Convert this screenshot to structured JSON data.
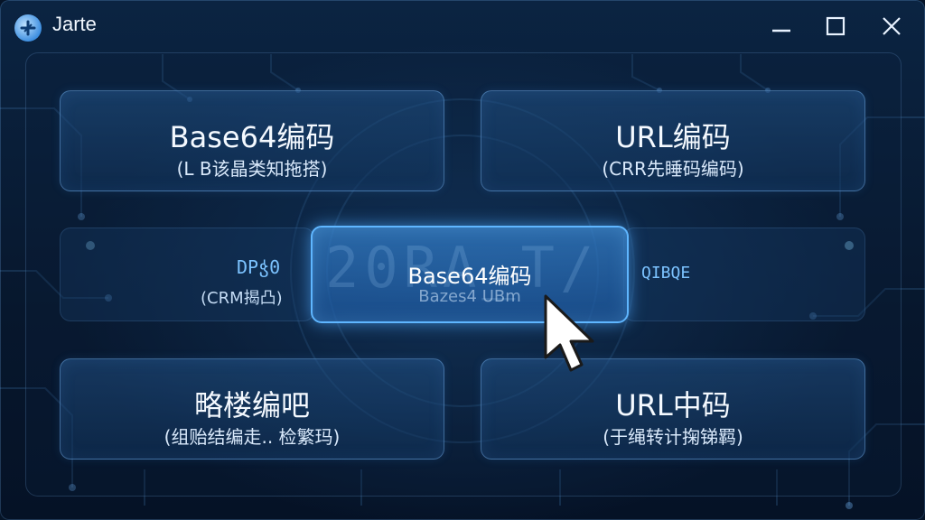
{
  "window": {
    "title": "Jarte",
    "controls": [
      "minimize",
      "maximize",
      "close"
    ]
  },
  "cards": {
    "top_left": {
      "title": "Base64编码",
      "subtitle": "(L B该晶类知拖搭)"
    },
    "top_right": {
      "title": "URL编码",
      "subtitle": "(CRR先睡码编码)"
    },
    "center": {
      "title": "Base64编码",
      "subtitle": "Bazes4 UBm",
      "background_text": "20RA_T/"
    },
    "ghost_left": {
      "title": "DPჭ0",
      "subtitle": "(CRM揭凸)"
    },
    "ghost_right": {
      "title": "QIBQE"
    },
    "bottom_left": {
      "title": "略楼编吧",
      "subtitle": "(组贻结编走.. 检繁玛)"
    },
    "bottom_right": {
      "title": "URL中码",
      "subtitle": "(于绳转计掬锑羁)"
    }
  },
  "icons": {
    "app_logo": "app-logo-icon",
    "minimize": "minimize-icon",
    "maximize": "maximize-icon",
    "close": "close-icon",
    "cursor": "mouse-pointer-icon"
  },
  "colors": {
    "accent": "#5fb6ff",
    "background": "#061427",
    "card_border": "#78b4f0"
  }
}
